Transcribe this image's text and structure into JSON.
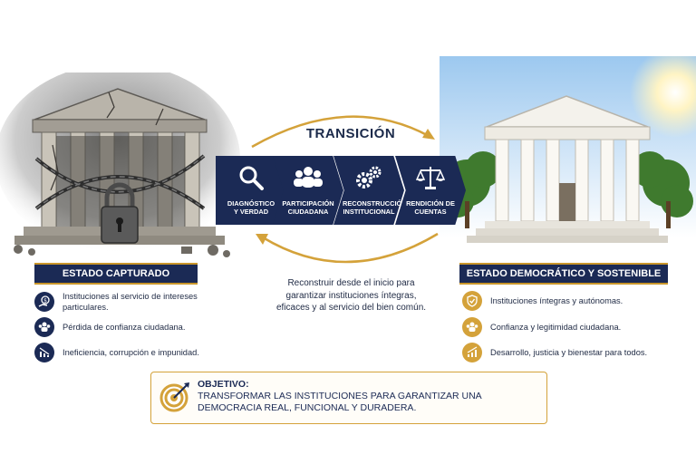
{
  "transition": {
    "title": "TRANSICIÓN",
    "steps": [
      {
        "label": "Diagnóstico y verdad",
        "icon": "magnifier-icon"
      },
      {
        "label": "Participación ciudadana",
        "icon": "people-icon"
      },
      {
        "label": "Reconstrucción institucional",
        "icon": "gears-icon"
      },
      {
        "label": "Rendición de cuentas",
        "icon": "scales-icon"
      }
    ],
    "description": "Reconstruir desde el inicio para garantizar instituciones íntegras, eficaces y al servicio del bien común."
  },
  "left": {
    "title": "ESTADO CAPTURADO",
    "items": [
      {
        "text": "Instituciones al servicio de intereses particulares.",
        "icon": "money-hand-icon"
      },
      {
        "text": "Pérdida de confianza ciudadana.",
        "icon": "people-icon"
      },
      {
        "text": "Ineficiencia, corrupción e impunidad.",
        "icon": "declining-chart-icon"
      }
    ]
  },
  "right": {
    "title": "ESTADO DEMOCRÁTICO Y SOSTENIBLE",
    "items": [
      {
        "text": "Instituciones íntegras y autónomas.",
        "icon": "shield-check-icon"
      },
      {
        "text": "Confianza y legitimidad ciudadana.",
        "icon": "people-icon"
      },
      {
        "text": "Desarrollo, justicia y bienestar para todos.",
        "icon": "growth-chart-icon"
      }
    ]
  },
  "objective": {
    "title": "OBJETIVO:",
    "text": "Transformar las instituciones para garantizar una democracia real, funcional y duradera.",
    "icon": "target-icon"
  },
  "colors": {
    "navy": "#1b2a55",
    "gold": "#d4a23a"
  }
}
